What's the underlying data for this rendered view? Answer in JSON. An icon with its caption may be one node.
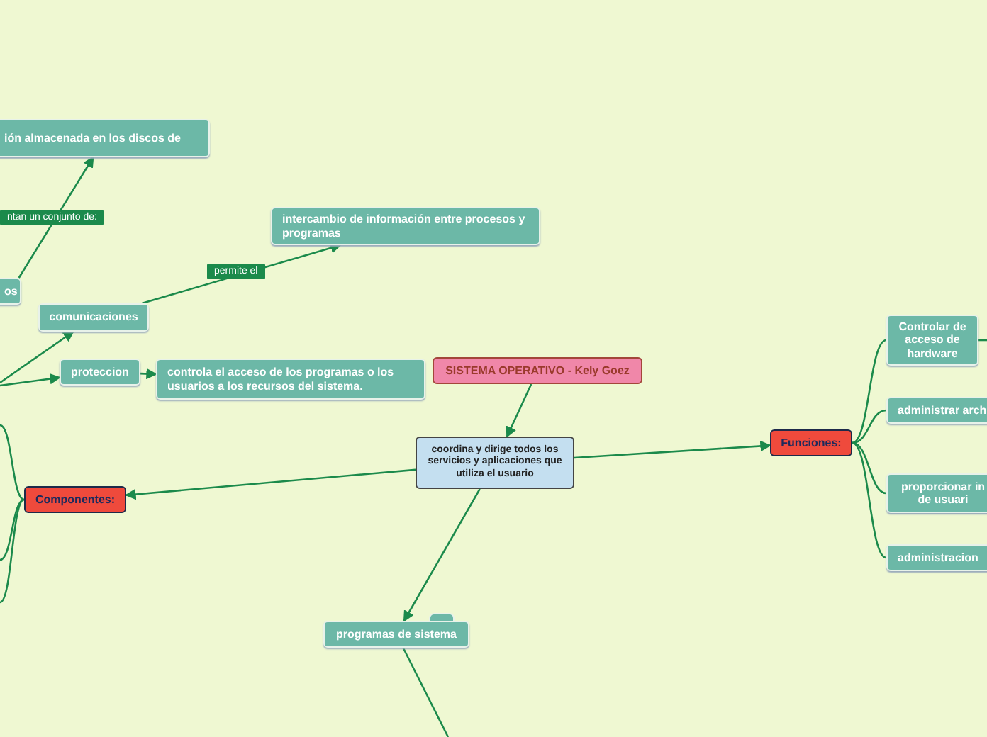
{
  "diagram": {
    "nodes": [
      {
        "text": [
          "SISTEMA OPERATIVO - Kely Goez"
        ]
      },
      {
        "text": [
          "coordina y dirige todos los servicios y aplicaciones que utiliza el usuario"
        ]
      },
      {
        "text": [
          "Componentes:"
        ]
      },
      {
        "text": [
          "Funciones:"
        ]
      },
      {
        "text": [
          "ión almacenada en los discos de"
        ]
      },
      {
        "text": [
          "os"
        ]
      },
      {
        "text": [
          "comunicaciones"
        ]
      },
      {
        "text": [
          "intercambio de información entre procesos y programas"
        ]
      },
      {
        "text": [
          "proteccion"
        ]
      },
      {
        "text": [
          "controla el acceso de los programas o los usuarios a los recursos del sistema."
        ]
      },
      {
        "text": [
          "programas de sistema"
        ]
      },
      {
        "text": [
          "Controlar de acceso de hardware"
        ]
      },
      {
        "text": [
          "administrar arch"
        ]
      },
      {
        "text": [
          "proporcionar in de usuari"
        ]
      },
      {
        "text": [
          "administracion"
        ]
      }
    ],
    "edges": [
      {
        "from": 0,
        "to": 1,
        "arrow": "to"
      },
      {
        "from": 1,
        "to": 2,
        "arrow": "to"
      },
      {
        "from": 1,
        "to": 3,
        "arrow": "to"
      },
      {
        "from": 1,
        "to": 10,
        "arrow": "to"
      },
      {
        "from": null,
        "to": 6,
        "arrow": "to"
      },
      {
        "from": null,
        "to": 8,
        "arrow": "to"
      },
      {
        "from": 2,
        "to": null,
        "arrow": "none"
      },
      {
        "from": 2,
        "to": null,
        "arrow": "none"
      },
      {
        "from": 2,
        "to": null,
        "arrow": "none"
      },
      {
        "from": 5,
        "to": 4,
        "arrow": "to",
        "label": "ntan un conjunto de:"
      },
      {
        "from": 6,
        "to": 7,
        "arrow": "to",
        "label": "permite el"
      },
      {
        "from": 8,
        "to": 9,
        "arrow": "to"
      },
      {
        "from": 3,
        "to": 11,
        "arrow": "none"
      },
      {
        "from": 3,
        "to": 12,
        "arrow": "none"
      },
      {
        "from": 3,
        "to": 13,
        "arrow": "none"
      },
      {
        "from": 3,
        "to": 14,
        "arrow": "none"
      },
      {
        "from": 11,
        "to": null,
        "arrow": "none"
      },
      {
        "from": 10,
        "to": null,
        "arrow": "none"
      }
    ]
  }
}
